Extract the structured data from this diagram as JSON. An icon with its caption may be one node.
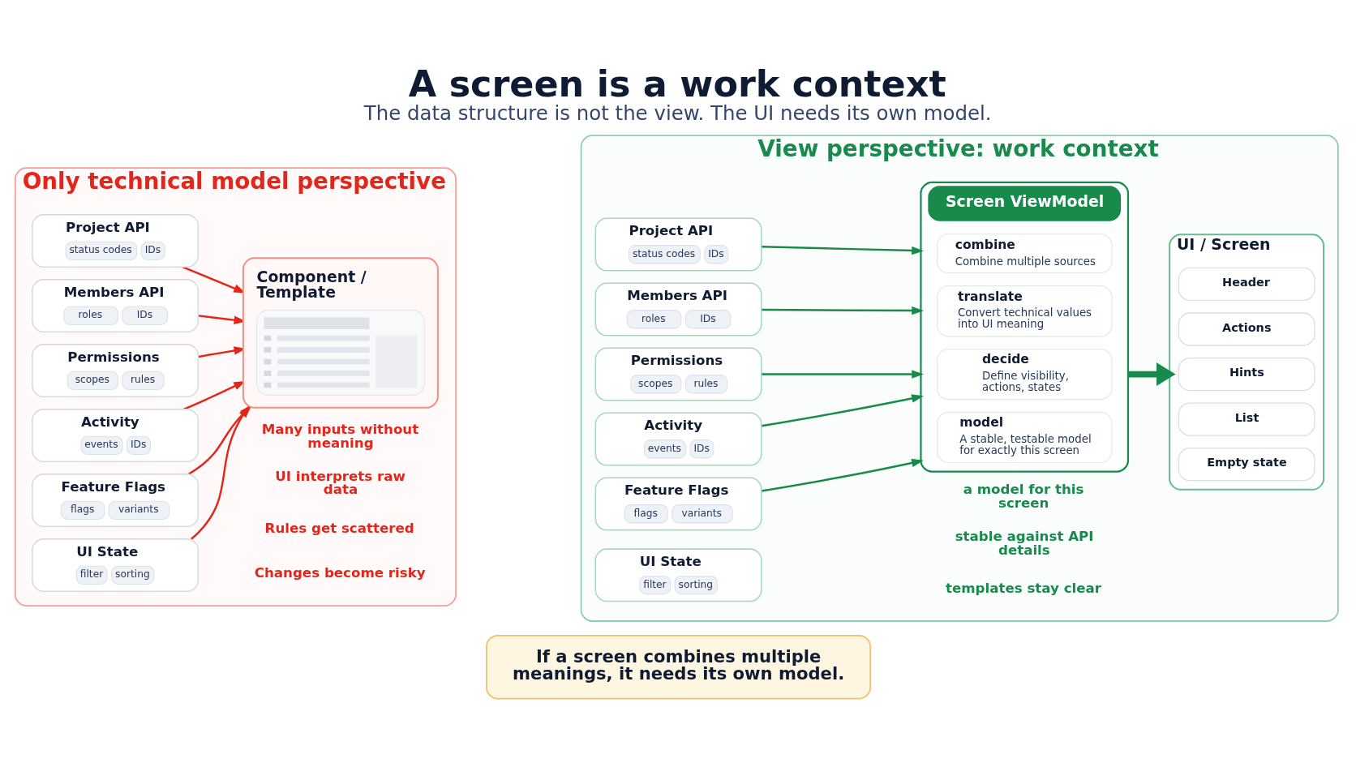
{
  "diagram": {
    "title": "A screen is a work context",
    "caption": "The data structure is not the view. The UI needs its own model.",
    "nodes": [
      {
        "text": [
          "Only technical model perspective"
        ]
      },
      {
        "text": [
          "Project API",
          "status codes",
          "IDs"
        ],
        "in": 0
      },
      {
        "text": [
          "Members API",
          "roles",
          "IDs"
        ],
        "in": 0
      },
      {
        "text": [
          "Permissions",
          "scopes",
          "rules"
        ],
        "in": 0
      },
      {
        "text": [
          "Activity",
          "events",
          "IDs"
        ],
        "in": 0
      },
      {
        "text": [
          "Feature Flags",
          "flags",
          "variants"
        ],
        "in": 0
      },
      {
        "text": [
          "UI State",
          "filter",
          "sorting"
        ],
        "in": 0
      },
      {
        "text": [
          "Component / Template"
        ],
        "in": 0
      },
      {
        "text": [
          "View perspective: work context"
        ]
      },
      {
        "text": [
          "Project API",
          "status codes",
          "IDs"
        ],
        "in": 8
      },
      {
        "text": [
          "Members API",
          "roles",
          "IDs"
        ],
        "in": 8
      },
      {
        "text": [
          "Permissions",
          "scopes",
          "rules"
        ],
        "in": 8
      },
      {
        "text": [
          "Activity",
          "events",
          "IDs"
        ],
        "in": 8
      },
      {
        "text": [
          "Feature Flags",
          "flags",
          "variants"
        ],
        "in": 8
      },
      {
        "text": [
          "UI State",
          "filter",
          "sorting"
        ],
        "in": 8
      },
      {
        "text": [
          "Screen ViewModel"
        ],
        "in": 8
      },
      {
        "text": [
          "combine",
          "Combine multiple sources"
        ],
        "in": 15
      },
      {
        "text": [
          "translate",
          "Convert technical values into UI meaning"
        ],
        "in": 15
      },
      {
        "text": [
          "decide",
          "Define visibility, actions, states"
        ],
        "in": 15
      },
      {
        "text": [
          "model",
          "A stable, testable model for exactly this screen"
        ],
        "in": 15
      },
      {
        "text": [
          "UI / Screen"
        ],
        "in": 8
      },
      {
        "text": [
          "Header"
        ],
        "in": 20
      },
      {
        "text": [
          "Actions"
        ],
        "in": 20
      },
      {
        "text": [
          "Hints"
        ],
        "in": 20
      },
      {
        "text": [
          "List"
        ],
        "in": 20
      },
      {
        "text": [
          "Empty state"
        ],
        "in": 20
      },
      {
        "text": [
          "If a screen combines multiple meanings, it needs its own model."
        ]
      }
    ],
    "edges": [
      {
        "from": 1,
        "to": 7,
        "arrow": "to",
        "color": "#e3261b"
      },
      {
        "from": 2,
        "to": 7,
        "arrow": "to",
        "color": "#e3261b"
      },
      {
        "from": 3,
        "to": 7,
        "arrow": "to",
        "color": "#e3261b"
      },
      {
        "from": 4,
        "to": 7,
        "arrow": "to",
        "color": "#e3261b"
      },
      {
        "from": 5,
        "to": 7,
        "arrow": "to",
        "color": "#e3261b"
      },
      {
        "from": 6,
        "to": 7,
        "arrow": "to",
        "color": "#e3261b"
      },
      {
        "from": 9,
        "to": 15,
        "arrow": "to",
        "color": "#178a4c"
      },
      {
        "from": 10,
        "to": 15,
        "arrow": "to",
        "color": "#178a4c"
      },
      {
        "from": 11,
        "to": 15,
        "arrow": "to",
        "color": "#178a4c"
      },
      {
        "from": 12,
        "to": 15,
        "arrow": "to",
        "color": "#178a4c"
      },
      {
        "from": 13,
        "to": 15,
        "arrow": "to",
        "color": "#178a4c"
      },
      {
        "from": 15,
        "to": 20,
        "arrow": "to",
        "style": "thick",
        "color": "#178a4c"
      }
    ],
    "labels": [
      "Many inputs without meaning",
      "UI interprets raw data",
      "Rules get scattered",
      "Changes become risky",
      "a model for this screen",
      "stable against API details",
      "templates stay clear"
    ]
  }
}
